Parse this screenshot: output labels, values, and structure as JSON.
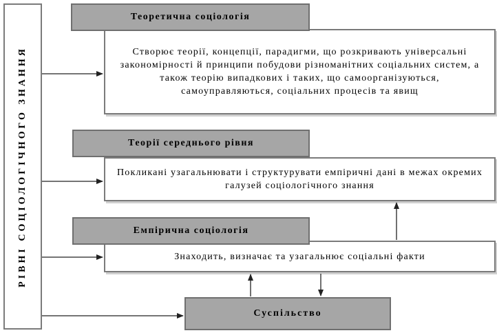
{
  "side_label": "РІВНІ СОЦІОЛОГІЧНОГО ЗНАННЯ",
  "levels": {
    "theoretical": {
      "title": "Теоретична соціологія",
      "description": "Створює теорії, концепції, парадигми, що розкривають універсальні закономірності й принципи побудови різноманітних соціальних систем, а також теорію випадкових і таких, що самоорганізуються, самоуправляються, соціальних процесів та явищ"
    },
    "middle": {
      "title": "Теорії середнього рівня",
      "description": "Покликані узагальнювати і структурувати емпіричні дані в межах окремих галузей соціологічного знання"
    },
    "empirical": {
      "title": "Емпірична соціологія",
      "description": "Знаходить, визначає та узагальнює соціальні факти"
    }
  },
  "society": "Суспільство"
}
